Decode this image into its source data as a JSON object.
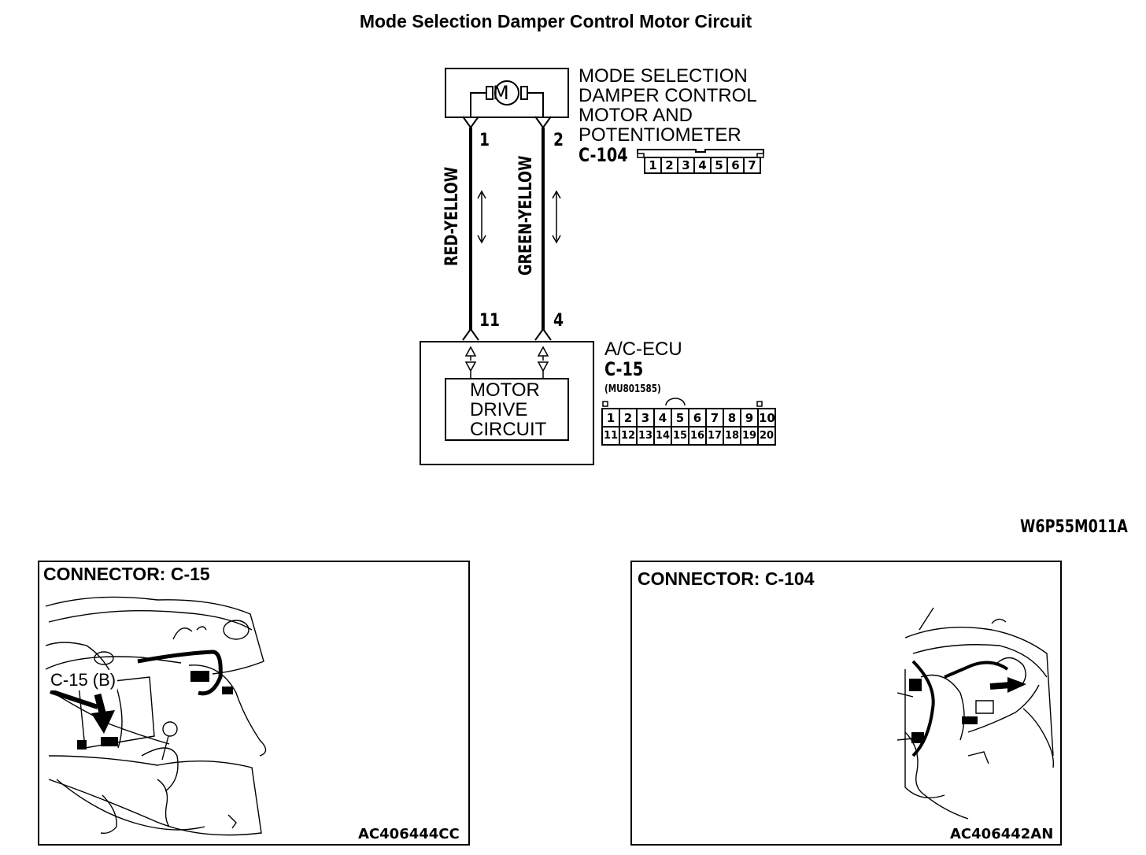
{
  "title": "Mode Selection Damper Control Motor  Circuit",
  "motor": {
    "symbol": "M",
    "label_lines": [
      "MODE SELECTION",
      "DAMPER CONTROL",
      "MOTOR AND",
      "POTENTIOMETER"
    ],
    "connector_id": "C-104",
    "pins": [
      "1",
      "2",
      "3",
      "4",
      "5",
      "6",
      "7"
    ]
  },
  "wires": [
    {
      "color": "RED-YELLOW",
      "motor_pin": "1",
      "ecu_pin": "11"
    },
    {
      "color": "GREEN-YELLOW",
      "motor_pin": "2",
      "ecu_pin": "4"
    }
  ],
  "ecu": {
    "label": "A/C-ECU",
    "connector_id": "C-15",
    "part_no": "(MU801585)",
    "inner_lines": [
      "MOTOR",
      "DRIVE",
      "CIRCUIT"
    ],
    "pins_top": [
      "1",
      "2",
      "3",
      "4",
      "5",
      "6",
      "7",
      "8",
      "9",
      "10"
    ],
    "pins_bottom": [
      "11",
      "12",
      "13",
      "14",
      "15",
      "16",
      "17",
      "18",
      "19",
      "20"
    ]
  },
  "diagram_code": "W6P55M011A",
  "panels": [
    {
      "title": "CONNECTOR: C-15",
      "callout": "C-15 (B)",
      "code": "AC406444CC"
    },
    {
      "title": "CONNECTOR: C-104",
      "code": "AC406442AN"
    }
  ],
  "colors": {
    "line": "#000000",
    "background": "#ffffff"
  }
}
